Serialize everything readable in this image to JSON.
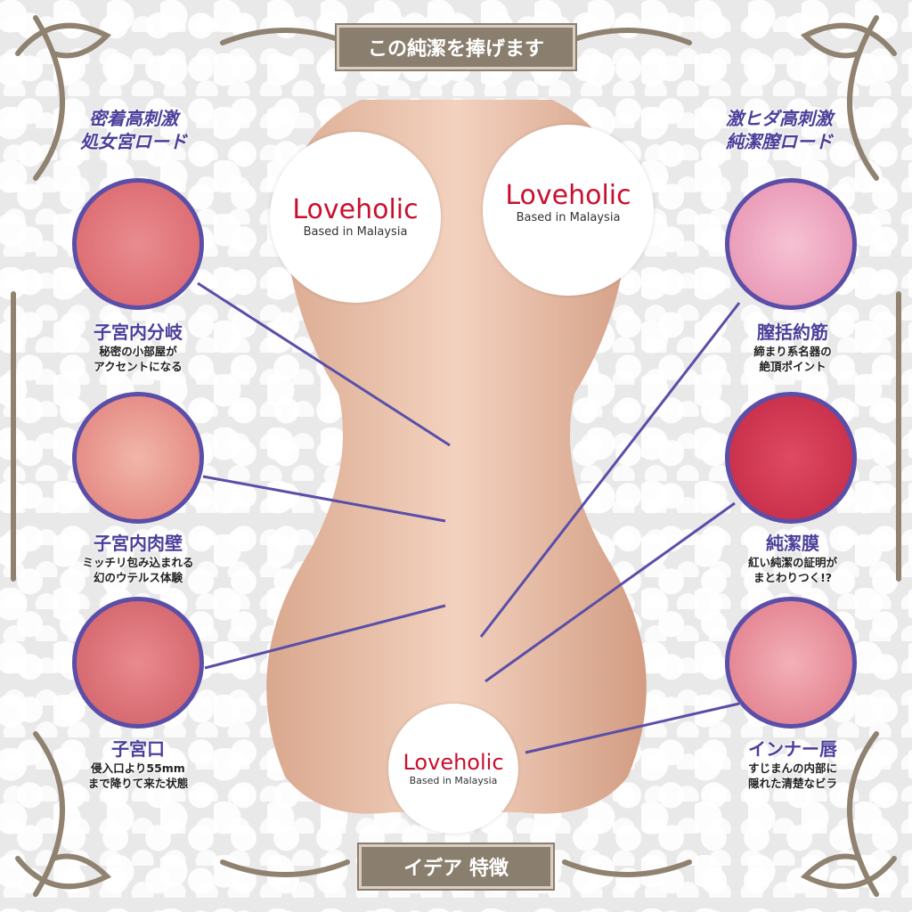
{
  "banners": {
    "top": "この純潔を捧げます",
    "bottom": "イデア 特徴"
  },
  "left_title": [
    "密着高刺激",
    "処女宮ロード"
  ],
  "right_title": [
    "激ヒダ高刺激",
    "純潔膣ロード"
  ],
  "features_left": [
    {
      "name": "子宮内分岐",
      "desc": [
        "秘密の小部屋が",
        "アクセントになる"
      ]
    },
    {
      "name": "子宮内肉壁",
      "desc": [
        "ミッチリ包み込まれる",
        "幻のウテルス体験"
      ]
    },
    {
      "name": "子宮口",
      "desc": [
        "侵入口より55mm",
        "まで降りて来た状態"
      ]
    }
  ],
  "features_right": [
    {
      "name": "膣括約筋",
      "desc": [
        "締まり系名器の",
        "絶頂ポイント"
      ]
    },
    {
      "name": "純潔膜",
      "desc": [
        "紅い純潔の証明が",
        "まとわりつく!?"
      ]
    },
    {
      "name": "インナー唇",
      "desc": [
        "すじまんの内部に",
        "隠れた清楚なビラ"
      ]
    }
  ],
  "watermark": {
    "brand": "Loveholic",
    "sub": "Based in Malaysia"
  },
  "colors": {
    "accent": "#4a3f9a",
    "line": "#5a4ea8",
    "banner": "#8a7e6e",
    "brand": "#c8102e"
  }
}
